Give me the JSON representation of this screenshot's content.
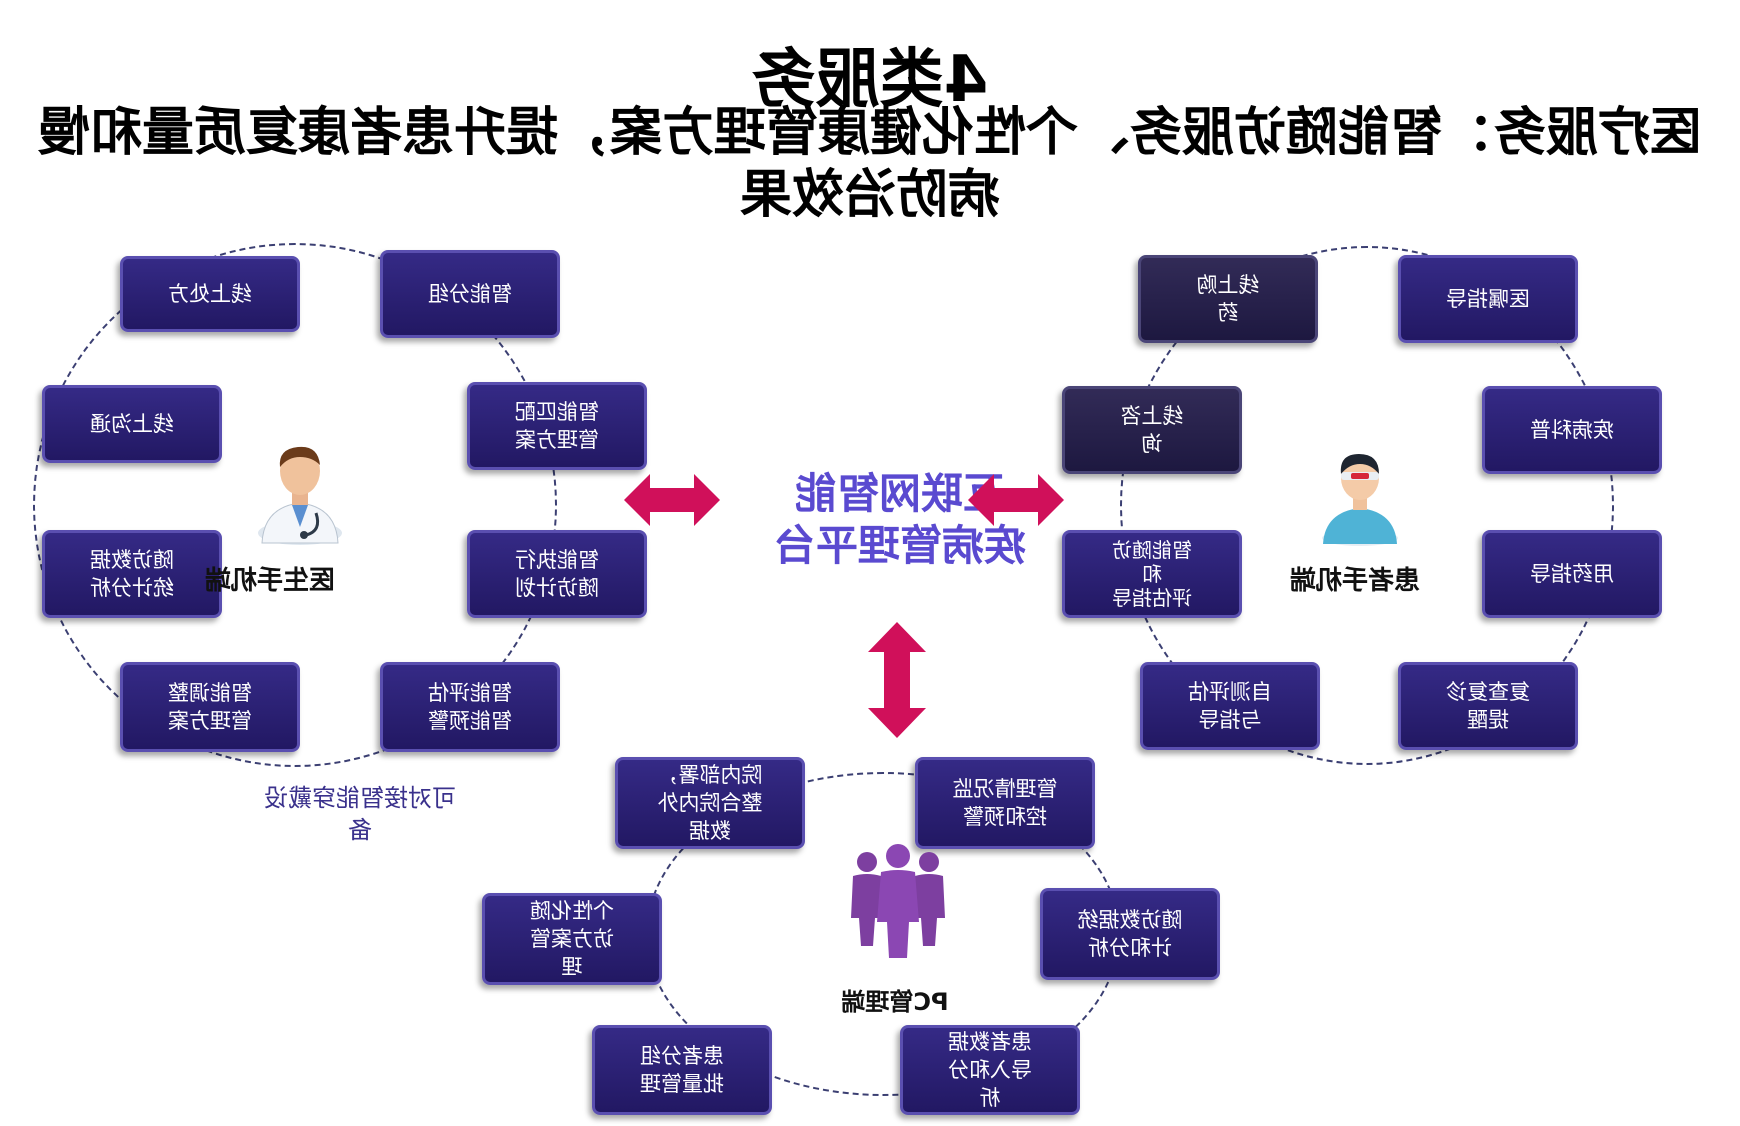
{
  "title": "4类服务",
  "subtitle": "医疗服务：智能随访服务、个性化健康管理方案，提升患者康复质量和慢病防治效果",
  "center": {
    "line1": "互联网智能",
    "line2": "疾病管理平台"
  },
  "doctor": {
    "label": "医生手机端",
    "items": [
      "线上处方",
      "智能分组",
      "线上沟通",
      "智能匹配\n管理方案",
      "随访数据\n统计分析",
      "智能执行\n随访计划",
      "智能调整\n管理方案",
      "智能评估\n智能预警"
    ]
  },
  "patient": {
    "label": "患者手机端",
    "items": [
      "线上购\n药",
      "医嘱指导",
      "线上咨\n询",
      "疾病科普",
      "智能随访\n和\n评估指导",
      "用药指导",
      "自测评估\n与指导",
      "复查复诊\n提醒"
    ],
    "note": "可对接智能穿戴设\n备"
  },
  "pc": {
    "label": "PC管理端",
    "items": [
      "院内部署，\n整合院内外\n数据",
      "管理情况监\n控和预警",
      "个性化随\n访方案管\n理",
      "随访数据统\n计和分析",
      "患者分组\n批量管理",
      "患者数据\n导入和分\n析"
    ]
  },
  "colors": {
    "box_fill": "#2a1f73",
    "box_border": "#5a4fb0",
    "arrow": "#d0105a",
    "center_text": "#5a4ad0"
  }
}
